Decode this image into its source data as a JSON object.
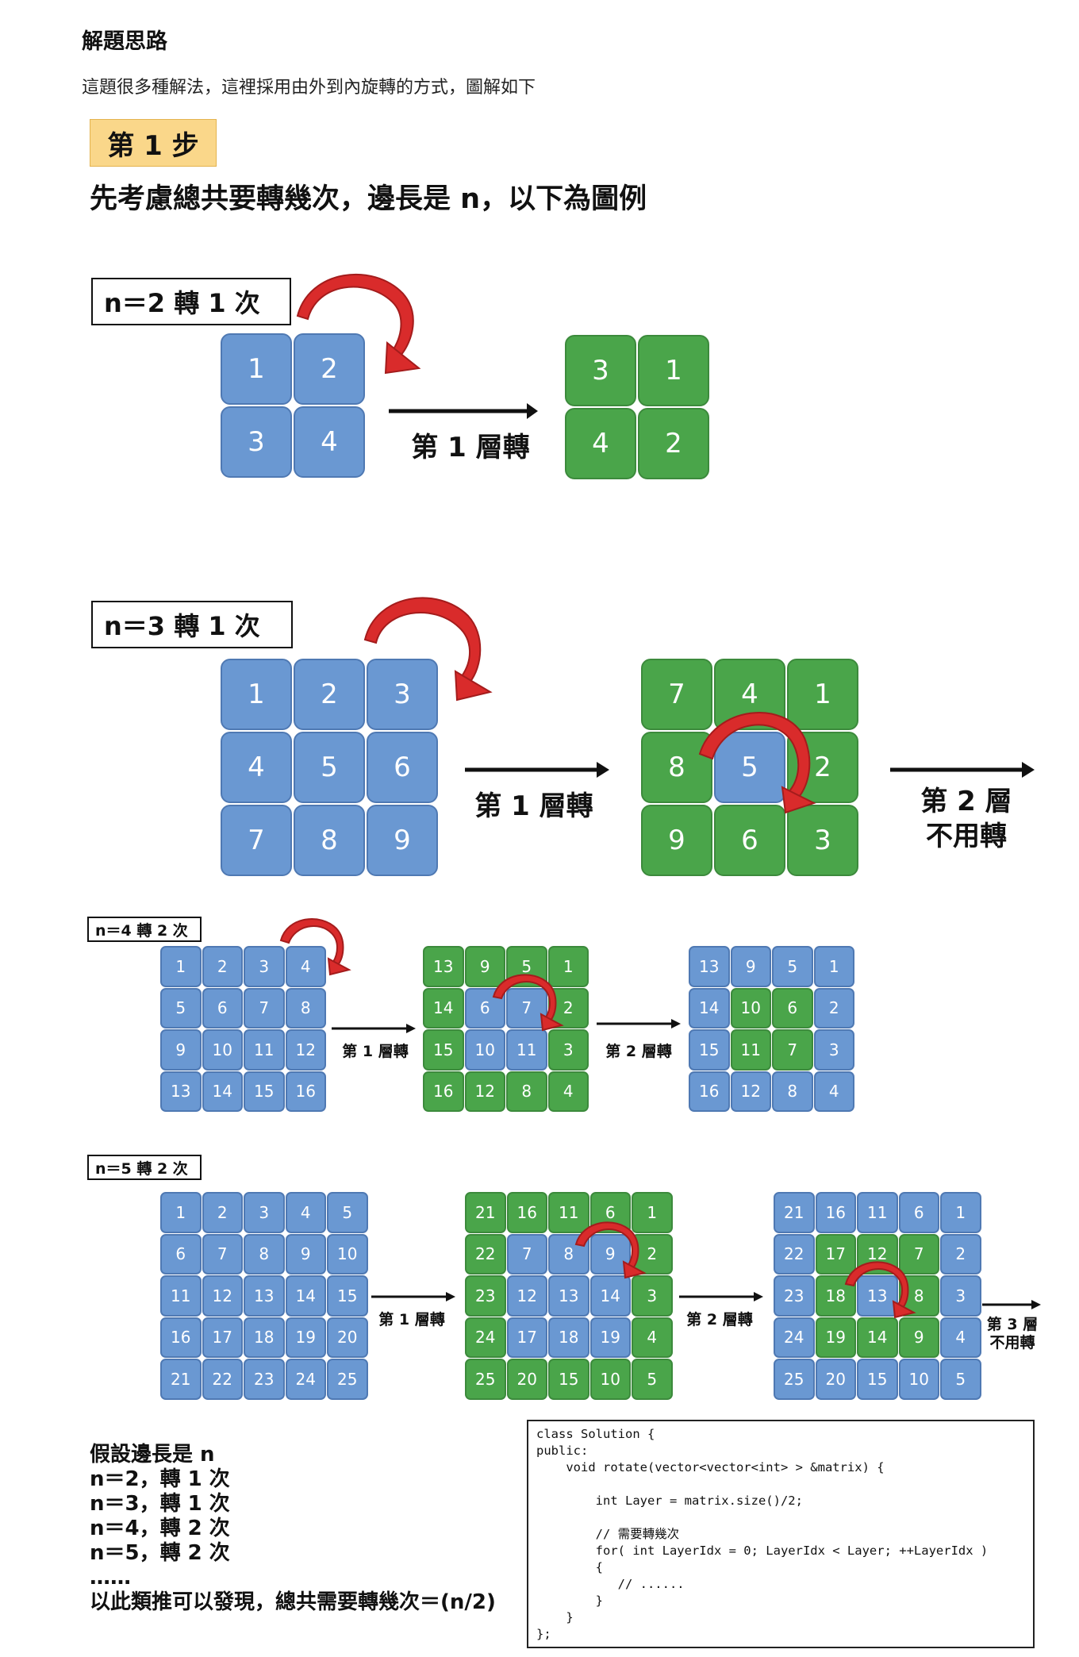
{
  "header": {
    "title": "解題思路",
    "intro": "這題很多種解法，這裡採用由外到內旋轉的方式，圖解如下"
  },
  "step": {
    "badge": "第 1 步",
    "description": "先考慮總共要轉幾次，邊長是 n，以下為圖例"
  },
  "examples": [
    {
      "label": "n＝2 轉 1 次",
      "grids": [
        [
          1,
          2,
          3,
          4
        ],
        [
          3,
          1,
          4,
          2
        ]
      ],
      "captions": [
        "第 1 層轉"
      ]
    },
    {
      "label": "n＝3 轉 1 次",
      "grids": [
        [
          1,
          2,
          3,
          4,
          5,
          6,
          7,
          8,
          9
        ],
        [
          7,
          4,
          1,
          8,
          5,
          2,
          9,
          6,
          3
        ]
      ],
      "captions": [
        "第 1 層轉",
        "第 2 層\n不用轉"
      ]
    },
    {
      "label": "n＝4 轉 2 次",
      "grids": [
        [
          1,
          2,
          3,
          4,
          5,
          6,
          7,
          8,
          9,
          10,
          11,
          12,
          13,
          14,
          15,
          16
        ],
        [
          13,
          9,
          5,
          1,
          14,
          6,
          7,
          2,
          15,
          10,
          11,
          3,
          16,
          12,
          8,
          4
        ],
        [
          13,
          9,
          5,
          1,
          14,
          10,
          6,
          2,
          15,
          11,
          7,
          3,
          16,
          12,
          8,
          4
        ]
      ],
      "captions": [
        "第 1 層轉",
        "第 2 層轉"
      ]
    },
    {
      "label": "n＝5 轉 2 次",
      "grids": [
        [
          1,
          2,
          3,
          4,
          5,
          6,
          7,
          8,
          9,
          10,
          11,
          12,
          13,
          14,
          15,
          16,
          17,
          18,
          19,
          20,
          21,
          22,
          23,
          24,
          25
        ],
        [
          21,
          16,
          11,
          6,
          1,
          22,
          7,
          8,
          9,
          2,
          23,
          12,
          13,
          14,
          3,
          24,
          17,
          18,
          19,
          4,
          25,
          20,
          15,
          10,
          5
        ],
        [
          21,
          16,
          11,
          6,
          1,
          22,
          17,
          12,
          7,
          2,
          23,
          18,
          13,
          8,
          3,
          24,
          19,
          14,
          9,
          4,
          25,
          20,
          15,
          10,
          5
        ]
      ],
      "captions": [
        "第 1 層轉",
        "第 2 層轉",
        "第 3 層\n不用轉"
      ]
    }
  ],
  "summary": {
    "lines": [
      "假設邊長是 n",
      "n＝2，轉 1 次",
      "n＝3，轉 1 次",
      "n＝4，轉 2 次",
      "n＝5，轉 2 次",
      "……",
      "以此類推可以發現，總共需要轉幾次＝(n/2)"
    ]
  },
  "code": {
    "lines": [
      "class Solution {",
      "public:",
      "    void rotate(vector<vector<int> > &matrix) {",
      "",
      "        int Layer = matrix.size()/2;",
      "",
      "        // 需要轉幾次",
      "        for( int LayerIdx = 0; LayerIdx < Layer; ++LayerIdx )",
      "        {",
      "           // ......",
      "        }",
      "    }",
      "};"
    ]
  },
  "colors": {
    "blue_tile": "#6a98d2",
    "green_tile": "#4aa54a",
    "rotate_arrow": "#d92b2b",
    "badge": "#fad78a"
  }
}
